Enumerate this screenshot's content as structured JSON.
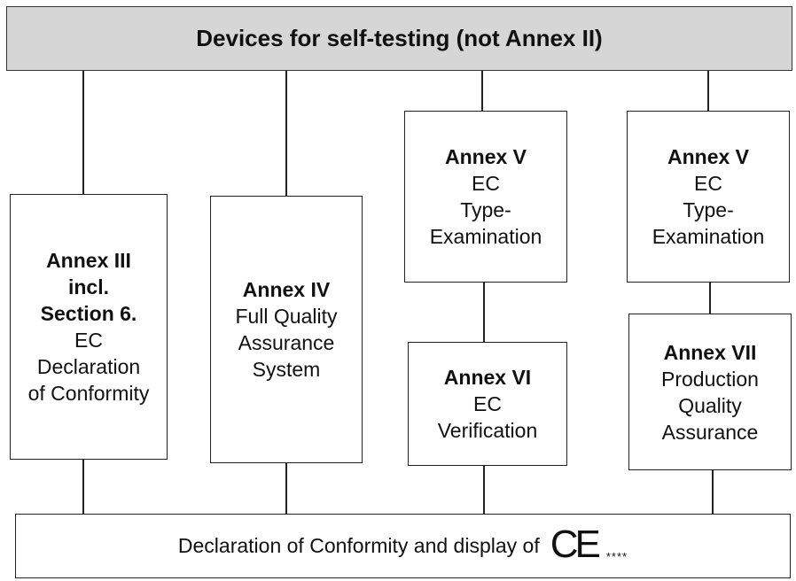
{
  "header": {
    "title": "Devices for self-testing (not Annex II)"
  },
  "annex_iii": {
    "line1": "Annex III",
    "line2": "incl.",
    "line3": "Section 6.",
    "line4": "EC",
    "line5": "Declaration",
    "line6": "of Conformity"
  },
  "annex_iv": {
    "title": "Annex IV",
    "line1": "Full Quality",
    "line2": "Assurance",
    "line3": "System"
  },
  "annex_v_col3": {
    "title": "Annex V",
    "line1": "EC",
    "line2": "Type-",
    "line3": "Examination"
  },
  "annex_v_col4": {
    "title": "Annex V",
    "line1": "EC",
    "line2": "Type-",
    "line3": "Examination"
  },
  "annex_vi": {
    "title": "Annex VI",
    "line1": "EC",
    "line2": "Verification"
  },
  "annex_vii": {
    "title": "Annex VII",
    "line1": "Production",
    "line2": "Quality",
    "line3": "Assurance"
  },
  "footer": {
    "text": "Declaration of Conformity and display of",
    "mark": "CE",
    "stars": "****"
  }
}
